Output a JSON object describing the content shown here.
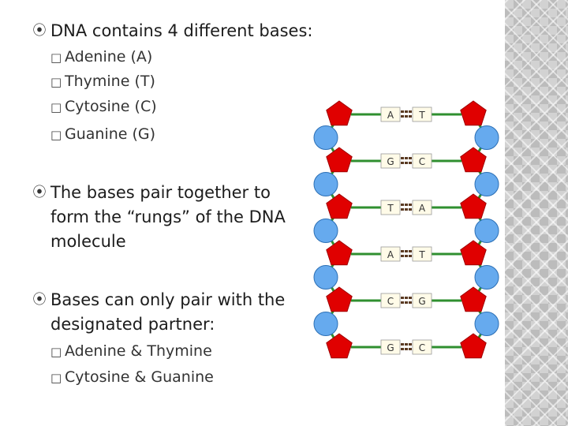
{
  "slide": {
    "bullet1": {
      "marker": "⦿",
      "text": "DNA contains 4 different bases:",
      "sub": [
        {
          "marker": "□",
          "text": "Adenine (A)"
        },
        {
          "marker": "□",
          "text": "Thymine (T)"
        },
        {
          "marker": "□",
          "text": "Cytosine (C)"
        },
        {
          "marker": "□",
          "text": "Guanine (G)"
        }
      ]
    },
    "bullet2": {
      "marker": "⦿",
      "line1": "The bases pair together to",
      "line2": "form the “rungs” of the DNA",
      "line3": "molecule"
    },
    "bullet3": {
      "marker": "⦿",
      "line1": "Bases can only pair with the",
      "line2": "designated partner:",
      "sub": [
        {
          "marker": "□",
          "text": "Adenine & Thymine"
        },
        {
          "marker": "□",
          "text": "Cytosine & Guanine"
        }
      ]
    }
  },
  "diagram": {
    "colors": {
      "sugar": "#e00000",
      "phosphate": "#66aaee",
      "backbone": "#2f8f2f",
      "base_box": "#fffbe8",
      "bond": "#5a3a22"
    },
    "rungs": [
      {
        "left": "A",
        "right": "T"
      },
      {
        "left": "G",
        "right": "C"
      },
      {
        "left": "T",
        "right": "A"
      },
      {
        "left": "A",
        "right": "T"
      },
      {
        "left": "C",
        "right": "G"
      },
      {
        "left": "G",
        "right": "C"
      }
    ]
  }
}
